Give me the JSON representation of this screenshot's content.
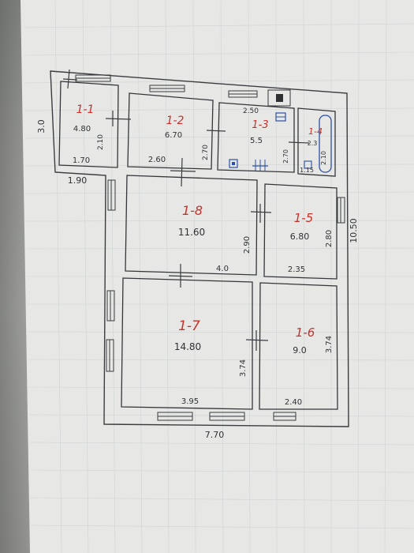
{
  "overall": {
    "width": "7.70",
    "height": "10.50",
    "left_height": "3.0",
    "bottom_left_width": "1.90"
  },
  "rooms": [
    {
      "id": "r1",
      "number": "1-1",
      "area": "4.80",
      "dim_a": "1.70",
      "dim_b": "2.10"
    },
    {
      "id": "r2",
      "number": "1-2",
      "area": "6.70",
      "dim_a": "2.60",
      "dim_b": "2.70"
    },
    {
      "id": "r3",
      "number": "1-3",
      "area": "5.5",
      "dim_a": "2.50",
      "dim_b": "2.70"
    },
    {
      "id": "r4",
      "number": "1-4",
      "area": "2.3",
      "dim_a": "1.15",
      "dim_b": "2.10"
    },
    {
      "id": "r5",
      "number": "1-5",
      "area": "6.80",
      "dim_a": "2.35",
      "dim_b": "2.80"
    },
    {
      "id": "r6",
      "number": "1-6",
      "area": "9.0",
      "dim_a": "2.40",
      "dim_b": "3.74"
    },
    {
      "id": "r7",
      "number": "1-7",
      "area": "14.80",
      "dim_a": "3.95",
      "dim_b": "3.74"
    },
    {
      "id": "r8",
      "number": "1-8",
      "area": "11.60",
      "dim_a": "4.0",
      "dim_b": "2.90"
    }
  ]
}
